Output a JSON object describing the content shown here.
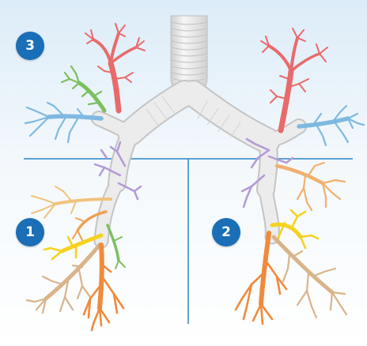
{
  "figure": {
    "subject": "bronchial tree",
    "badges": [
      {
        "id": "3",
        "label": "3"
      },
      {
        "id": "1",
        "label": "1"
      },
      {
        "id": "2",
        "label": "2"
      }
    ]
  },
  "colors": {
    "background_top": "#dcecf8",
    "background_bottom": "#ffffff",
    "divider": "#2b84c3",
    "badge": "#1a6fb6",
    "airway": "#e6e6e6",
    "branch_red": "#e86b6b",
    "branch_green": "#7dbf5f",
    "branch_blue": "#7fb9e0",
    "branch_purple": "#b39ad6",
    "branch_tan": "#d9b48a",
    "branch_orange": "#f08a3c",
    "branch_yellow": "#f5d21f",
    "branch_peach": "#f0b070"
  }
}
